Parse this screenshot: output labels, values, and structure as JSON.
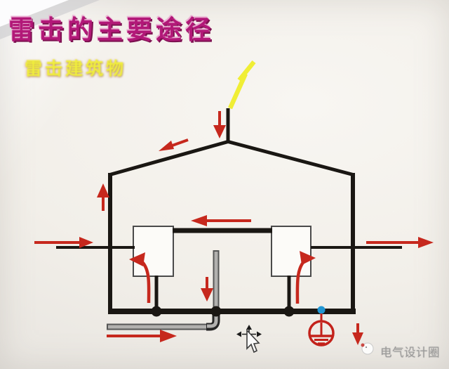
{
  "slide": {
    "title": "雷击的主要途径",
    "subtitle": "雷击建筑物"
  },
  "watermark": {
    "text": "电气设计圈"
  },
  "icons": {
    "lightning": "lightning-bolt-icon",
    "earth": "protective-earth-icon",
    "cursor": "move-cursor-icon",
    "logo": "watermark-logo-icon"
  },
  "colors": {
    "title-magenta": "#b21878",
    "title-highlight": "#e9a8cf",
    "title-shadow": "#7d1150",
    "subtitle-yellow": "#f0ee3c",
    "arrow-red": "#c6281d",
    "line-black": "#1a1713",
    "box-border": "#4a4a4a",
    "box-fill": "#fcfbf8",
    "pipe-gray": "#b2b1af",
    "pipe-edge": "#565656",
    "bolt-yellow": "#f0ee35",
    "ground-red": "#c3221b",
    "node-blue": "#2196d3",
    "watermark-gray": "#8b8b8b",
    "bg-paper": "#f2efe9"
  }
}
